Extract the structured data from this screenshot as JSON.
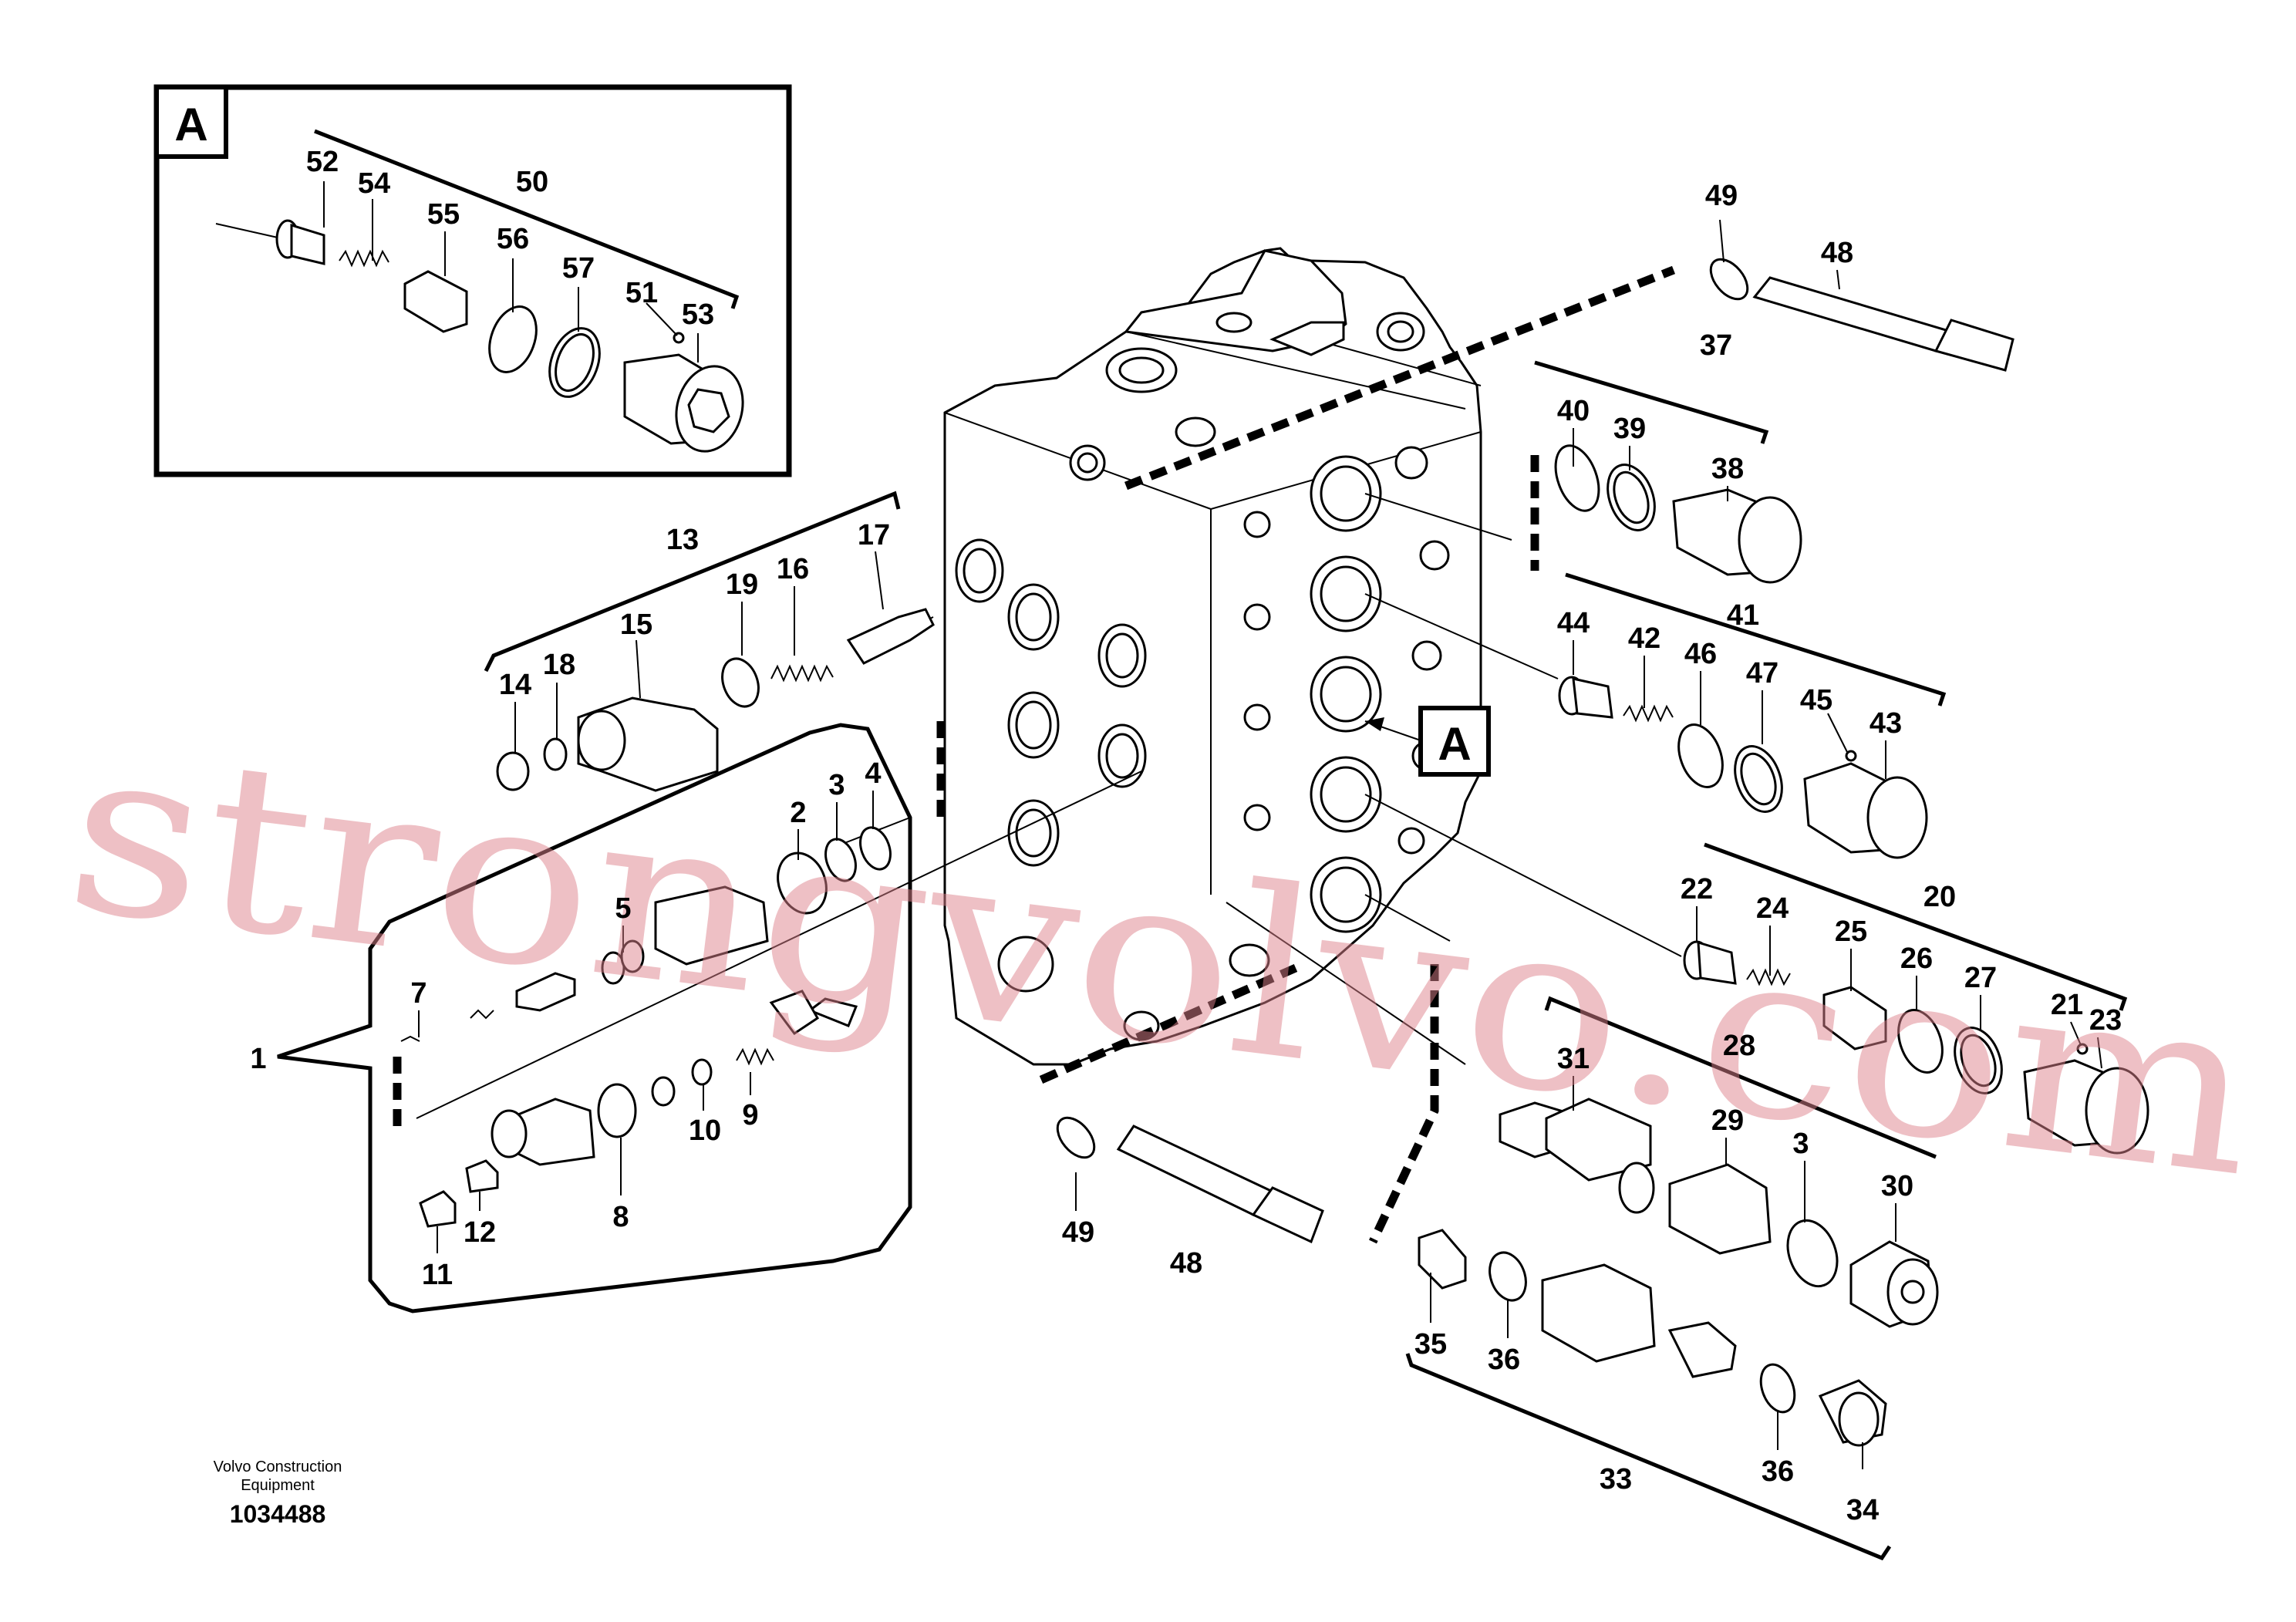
{
  "figure": {
    "detail_marker": "A",
    "watermark": "strongvolvo.com",
    "footer": {
      "company_line1": "Volvo Construction",
      "company_line2": "Equipment",
      "figure_number": "1034488"
    },
    "callouts": [
      {
        "id": "52",
        "label": "52"
      },
      {
        "id": "54",
        "label": "54"
      },
      {
        "id": "50",
        "label": "50"
      },
      {
        "id": "55",
        "label": "55"
      },
      {
        "id": "56",
        "label": "56"
      },
      {
        "id": "57",
        "label": "57"
      },
      {
        "id": "51",
        "label": "51"
      },
      {
        "id": "53",
        "label": "53"
      },
      {
        "id": "49a",
        "label": "49"
      },
      {
        "id": "48a",
        "label": "48"
      },
      {
        "id": "37",
        "label": "37"
      },
      {
        "id": "40",
        "label": "40"
      },
      {
        "id": "39",
        "label": "39"
      },
      {
        "id": "38",
        "label": "38"
      },
      {
        "id": "13",
        "label": "13"
      },
      {
        "id": "17",
        "label": "17"
      },
      {
        "id": "19",
        "label": "19"
      },
      {
        "id": "16",
        "label": "16"
      },
      {
        "id": "15",
        "label": "15"
      },
      {
        "id": "14",
        "label": "14"
      },
      {
        "id": "18",
        "label": "18"
      },
      {
        "id": "44",
        "label": "44"
      },
      {
        "id": "42",
        "label": "42"
      },
      {
        "id": "41",
        "label": "41"
      },
      {
        "id": "46",
        "label": "46"
      },
      {
        "id": "47",
        "label": "47"
      },
      {
        "id": "45",
        "label": "45"
      },
      {
        "id": "43",
        "label": "43"
      },
      {
        "id": "2",
        "label": "2"
      },
      {
        "id": "3",
        "label": "3"
      },
      {
        "id": "4",
        "label": "4"
      },
      {
        "id": "5",
        "label": "5"
      },
      {
        "id": "7",
        "label": "7"
      },
      {
        "id": "1",
        "label": "1"
      },
      {
        "id": "8",
        "label": "8"
      },
      {
        "id": "9",
        "label": "9"
      },
      {
        "id": "10",
        "label": "10"
      },
      {
        "id": "11",
        "label": "11"
      },
      {
        "id": "12",
        "label": "12"
      },
      {
        "id": "22",
        "label": "22"
      },
      {
        "id": "24",
        "label": "24"
      },
      {
        "id": "20",
        "label": "20"
      },
      {
        "id": "25",
        "label": "25"
      },
      {
        "id": "26",
        "label": "26"
      },
      {
        "id": "27",
        "label": "27"
      },
      {
        "id": "21",
        "label": "21"
      },
      {
        "id": "23",
        "label": "23"
      },
      {
        "id": "28",
        "label": "28"
      },
      {
        "id": "31",
        "label": "31"
      },
      {
        "id": "29",
        "label": "29"
      },
      {
        "id": "3b",
        "label": "3"
      },
      {
        "id": "30",
        "label": "30"
      },
      {
        "id": "49b",
        "label": "49"
      },
      {
        "id": "48b",
        "label": "48"
      },
      {
        "id": "35",
        "label": "35"
      },
      {
        "id": "36a",
        "label": "36"
      },
      {
        "id": "36b",
        "label": "36"
      },
      {
        "id": "33",
        "label": "33"
      },
      {
        "id": "34",
        "label": "34"
      }
    ]
  }
}
